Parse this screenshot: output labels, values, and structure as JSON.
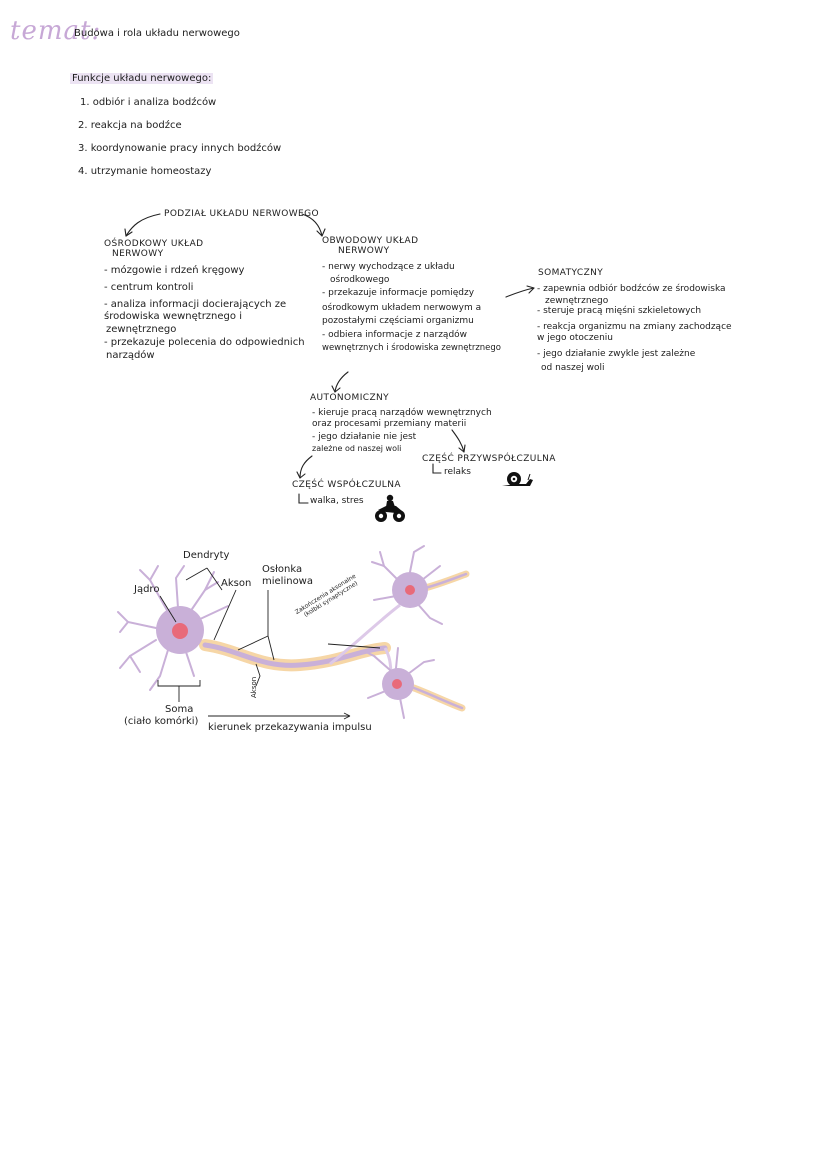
{
  "header": {
    "temat_label": "temat:",
    "title": "Budowa i rola układu nerwowego"
  },
  "functions": {
    "heading": "Funkcje układu nerwowego:",
    "items": [
      "1. odbiór i analiza bodźców",
      "2. reakcja na bodźce",
      "3. koordynowanie pracy innych bodźców",
      "4. utrzymanie homeostazy"
    ]
  },
  "division": {
    "title": "PODZIAŁ UKŁADU NERWOWEGO",
    "central": {
      "title_line1": "OŚRODKOWY UKŁAD",
      "title_line2": "NERWOWY",
      "lines": [
        "- mózgowie i rdzeń kręgowy",
        "- centrum kontroli",
        "- analiza informacji docierających ze",
        "środowiska wewnętrznego i",
        "zewnętrznego",
        "- przekazuje polecenia do odpowiednich",
        "narządów"
      ]
    },
    "peripheral": {
      "title_line1": "OBWODOWY UKŁAD",
      "title_line2": "NERWOWY",
      "lines": [
        "- nerwy wychodzące z układu",
        "ośrodkowego",
        "- przekazuje informacje pomiędzy",
        "ośrodkowym układem nerwowym a",
        "pozostałymi częściami organizmu",
        "- odbiera informacje z narządów",
        "wewnętrznych i środowiska zewnętrznego"
      ]
    },
    "somatic": {
      "title": "SOMATYCZNY",
      "lines": [
        "- zapewnia odbiór bodźców ze środowiska",
        "zewnętrznego",
        "- steruje pracą mięśni szkieletowych",
        "- reakcja organizmu na zmiany zachodzące",
        "w jego otoczeniu",
        "- jego działanie zwykle jest zależne",
        "od naszej woli"
      ]
    },
    "autonomic": {
      "title": "AUTONOMICZNY",
      "lines": [
        "- kieruje pracą narządów wewnętrznych",
        "oraz procesami przemiany materii",
        "- jego działanie nie jest",
        "zależne od naszej woli"
      ]
    },
    "sympathetic": {
      "title": "CZĘŚĆ WSPÓŁCZULNA",
      "note": "walka, stres"
    },
    "parasympathetic": {
      "title": "CZĘŚĆ PRZYWSPÓŁCZULNA",
      "note": "relaks"
    }
  },
  "neuron": {
    "labels": {
      "dendrites": "Dendryty",
      "nucleus": "Jądro",
      "axon_top": "Akson",
      "myelin_line1": "Osłonka",
      "myelin_line2": "mielinowa",
      "terminal_line1": "Zakończenia aksonalne",
      "terminal_line2": "(kolbki synaptyczne)",
      "axon_small": "Akson",
      "soma_line1": "Soma",
      "soma_line2": "(ciało komórki)",
      "direction": "kierunek przekazywania impulsu"
    },
    "colors": {
      "cell": "#c9b0d8",
      "nucleus": "#e86a7a",
      "myelin": "#f6d6a6"
    }
  }
}
